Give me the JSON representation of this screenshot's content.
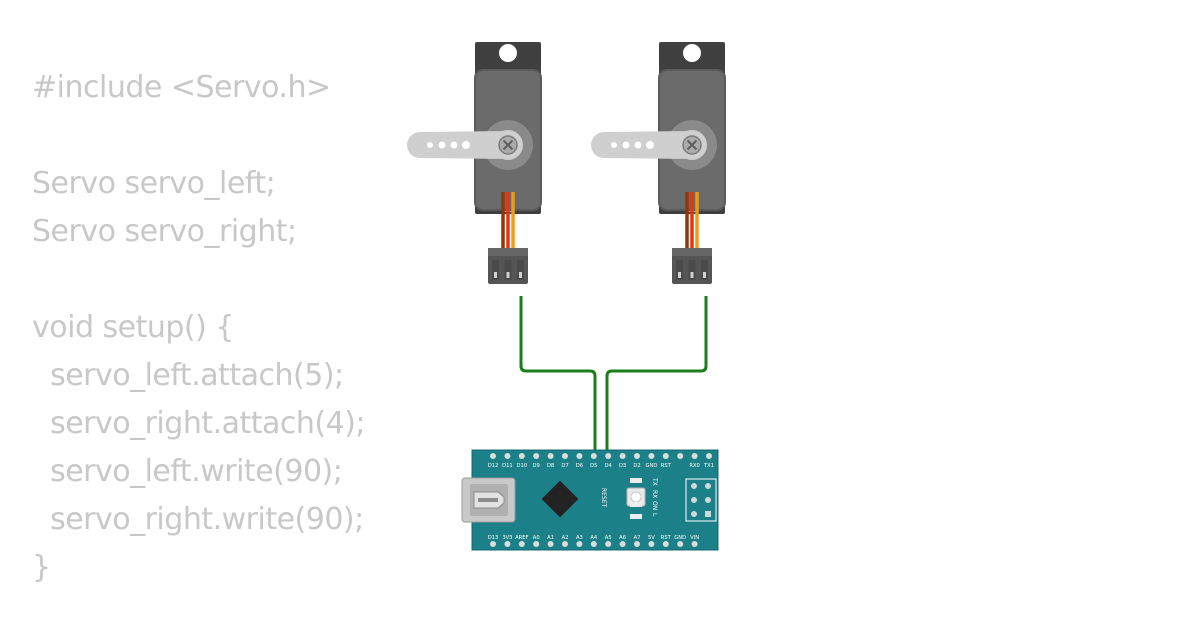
{
  "code": {
    "lines": [
      "#include <Servo.h>",
      "",
      "Servo servo_left;",
      "Servo servo_right;",
      "",
      "void setup() {",
      "  servo_left.attach(5);",
      "  servo_right.attach(4);",
      "  servo_left.write(90);",
      "  servo_right.write(90);",
      "}"
    ]
  },
  "board": {
    "top_pins": [
      "D12",
      "D11",
      "D10",
      "D9",
      "D8",
      "D7",
      "D6",
      "D5",
      "D4",
      "D3",
      "D2",
      "GND",
      "RST",
      "",
      "RX0",
      "TX1"
    ],
    "bottom_pins": [
      "D13",
      "3V3",
      "AREF",
      "A0",
      "A1",
      "A2",
      "A3",
      "A4",
      "A5",
      "A6",
      "A7",
      "5V",
      "RST",
      "GND",
      "VIN"
    ],
    "reset_label": "RESET",
    "led_labels": [
      "TX",
      "RX",
      "ON",
      "L"
    ]
  },
  "colors": {
    "board": "#1b8088",
    "wire_signal": "#1a7f1a",
    "servo_body": "#6b6b6b",
    "code_text": "#c8c8c8"
  }
}
